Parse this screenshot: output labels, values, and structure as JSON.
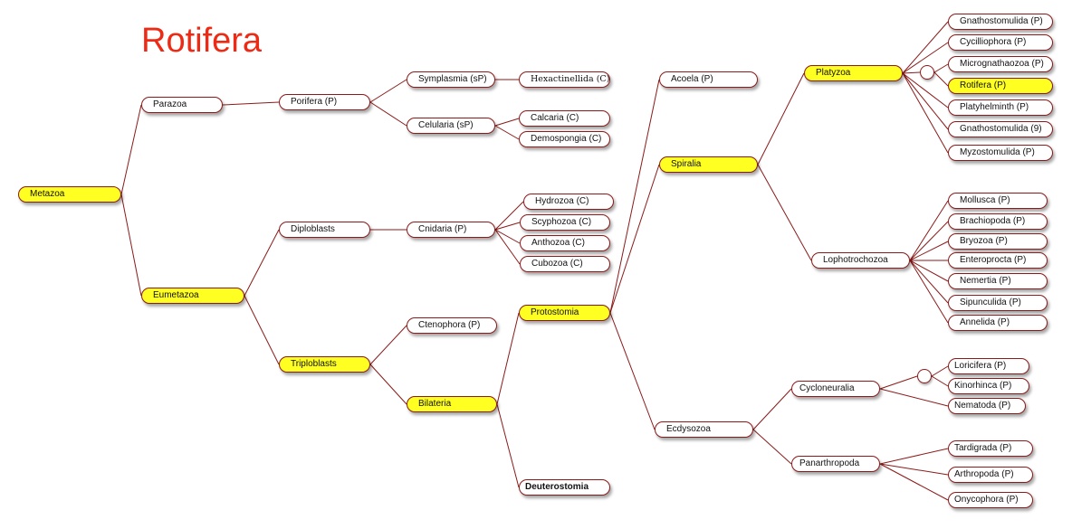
{
  "title": "Rotifera",
  "colors": {
    "line": "#8b1a1a",
    "highlight": "#ffff22",
    "title": "#ee2a14"
  },
  "nodes": {
    "metazoa": "Metazoa",
    "parazoa": "Parazoa",
    "eumetazoa": "Eumetazoa",
    "porifera": "Porifera (P)",
    "symplasmia": "Symplasmia (sP)",
    "hexactinellida": "Hexactinellida (C)",
    "celularia": "Celularia (sP)",
    "calcaria": "Calcaria (C)",
    "demospongia": "Demospongia (C)",
    "diploblasts": "Diploblasts",
    "cnidaria": "Cnidaria (P)",
    "hydrozoa": "Hydrozoa (C)",
    "scyphozoa": "Scyphozoa (C)",
    "anthozoa": "Anthozoa (C)",
    "cubozoa": "Cubozoa (C)",
    "triploblasts": "Triploblasts",
    "ctenophora": "Ctenophora (P)",
    "bilateria": "Bilateria",
    "protostomia": "Protostomia",
    "deuterostomia": "Deuterostomia",
    "acoela": "Acoela (P)",
    "spiralia": "Spiralia",
    "ecdysozoa": "Ecdysozoa",
    "platyzoa": "Platyzoa",
    "lophotrochozoa": "Lophotrochozoa",
    "gnathostomulida_p": "Gnathostomulida (P)",
    "cycilliophora": "Cycilliophora (P)",
    "micrognathaozoa": "Micrognathaozoa (P)",
    "rotifera": "Rotifera (P)",
    "platyhelminth": "Platyhelminth (P)",
    "gnathostomulida_9": "Gnathostomulida (9)",
    "myzostomulida": "Myzostomulida (P)",
    "mollusca": "Mollusca (P)",
    "brachiopoda": "Brachiopoda (P)",
    "bryozoa": "Bryozoa (P)",
    "enteroprocta": "Enteroprocta (P)",
    "nemertia": "Nemertia (P)",
    "sipunculida": "Sipunculida (P)",
    "annelida": "Annelida (P)",
    "cycloneuralia": "Cycloneuralia",
    "panarthropoda": "Panarthropoda",
    "loricifera": "Loricifera (P)",
    "kinorhinca": "Kinorhinca (P)",
    "nematoda": "Nematoda (P)",
    "tardigrada": "Tardigrada (P)",
    "arthropoda": "Arthropoda (P)",
    "onycophora": "Onycophora (P)"
  },
  "highlighted": [
    "metazoa",
    "eumetazoa",
    "triploblasts",
    "bilateria",
    "protostomia",
    "spiralia",
    "platyzoa",
    "rotifera"
  ],
  "edges": [
    [
      "metazoa",
      "parazoa"
    ],
    [
      "metazoa",
      "eumetazoa"
    ],
    [
      "parazoa",
      "porifera"
    ],
    [
      "porifera",
      "symplasmia"
    ],
    [
      "porifera",
      "celularia"
    ],
    [
      "symplasmia",
      "hexactinellida"
    ],
    [
      "celularia",
      "calcaria"
    ],
    [
      "celularia",
      "demospongia"
    ],
    [
      "eumetazoa",
      "diploblasts"
    ],
    [
      "eumetazoa",
      "triploblasts"
    ],
    [
      "diploblasts",
      "cnidaria"
    ],
    [
      "cnidaria",
      "hydrozoa"
    ],
    [
      "cnidaria",
      "scyphozoa"
    ],
    [
      "cnidaria",
      "anthozoa"
    ],
    [
      "cnidaria",
      "cubozoa"
    ],
    [
      "triploblasts",
      "ctenophora"
    ],
    [
      "triploblasts",
      "bilateria"
    ],
    [
      "bilateria",
      "protostomia"
    ],
    [
      "bilateria",
      "deuterostomia"
    ],
    [
      "protostomia",
      "acoela"
    ],
    [
      "protostomia",
      "spiralia"
    ],
    [
      "protostomia",
      "ecdysozoa"
    ],
    [
      "spiralia",
      "platyzoa"
    ],
    [
      "spiralia",
      "lophotrochozoa"
    ],
    [
      "platyzoa",
      "gnathostomulida_p"
    ],
    [
      "platyzoa",
      "cycilliophora"
    ],
    [
      "platyzoa",
      "j1"
    ],
    [
      "j1",
      "micrognathaozoa"
    ],
    [
      "j1",
      "rotifera"
    ],
    [
      "platyzoa",
      "platyhelminth"
    ],
    [
      "platyzoa",
      "gnathostomulida_9"
    ],
    [
      "platyzoa",
      "myzostomulida"
    ],
    [
      "lophotrochozoa",
      "mollusca"
    ],
    [
      "lophotrochozoa",
      "brachiopoda"
    ],
    [
      "lophotrochozoa",
      "bryozoa"
    ],
    [
      "lophotrochozoa",
      "enteroprocta"
    ],
    [
      "lophotrochozoa",
      "nemertia"
    ],
    [
      "lophotrochozoa",
      "sipunculida"
    ],
    [
      "lophotrochozoa",
      "annelida"
    ],
    [
      "ecdysozoa",
      "cycloneuralia"
    ],
    [
      "ecdysozoa",
      "panarthropoda"
    ],
    [
      "cycloneuralia",
      "j2"
    ],
    [
      "j2",
      "loricifera"
    ],
    [
      "j2",
      "kinorhinca"
    ],
    [
      "cycloneuralia",
      "nematoda"
    ],
    [
      "panarthropoda",
      "tardigrada"
    ],
    [
      "panarthropoda",
      "arthropoda"
    ],
    [
      "panarthropoda",
      "onycophora"
    ]
  ]
}
